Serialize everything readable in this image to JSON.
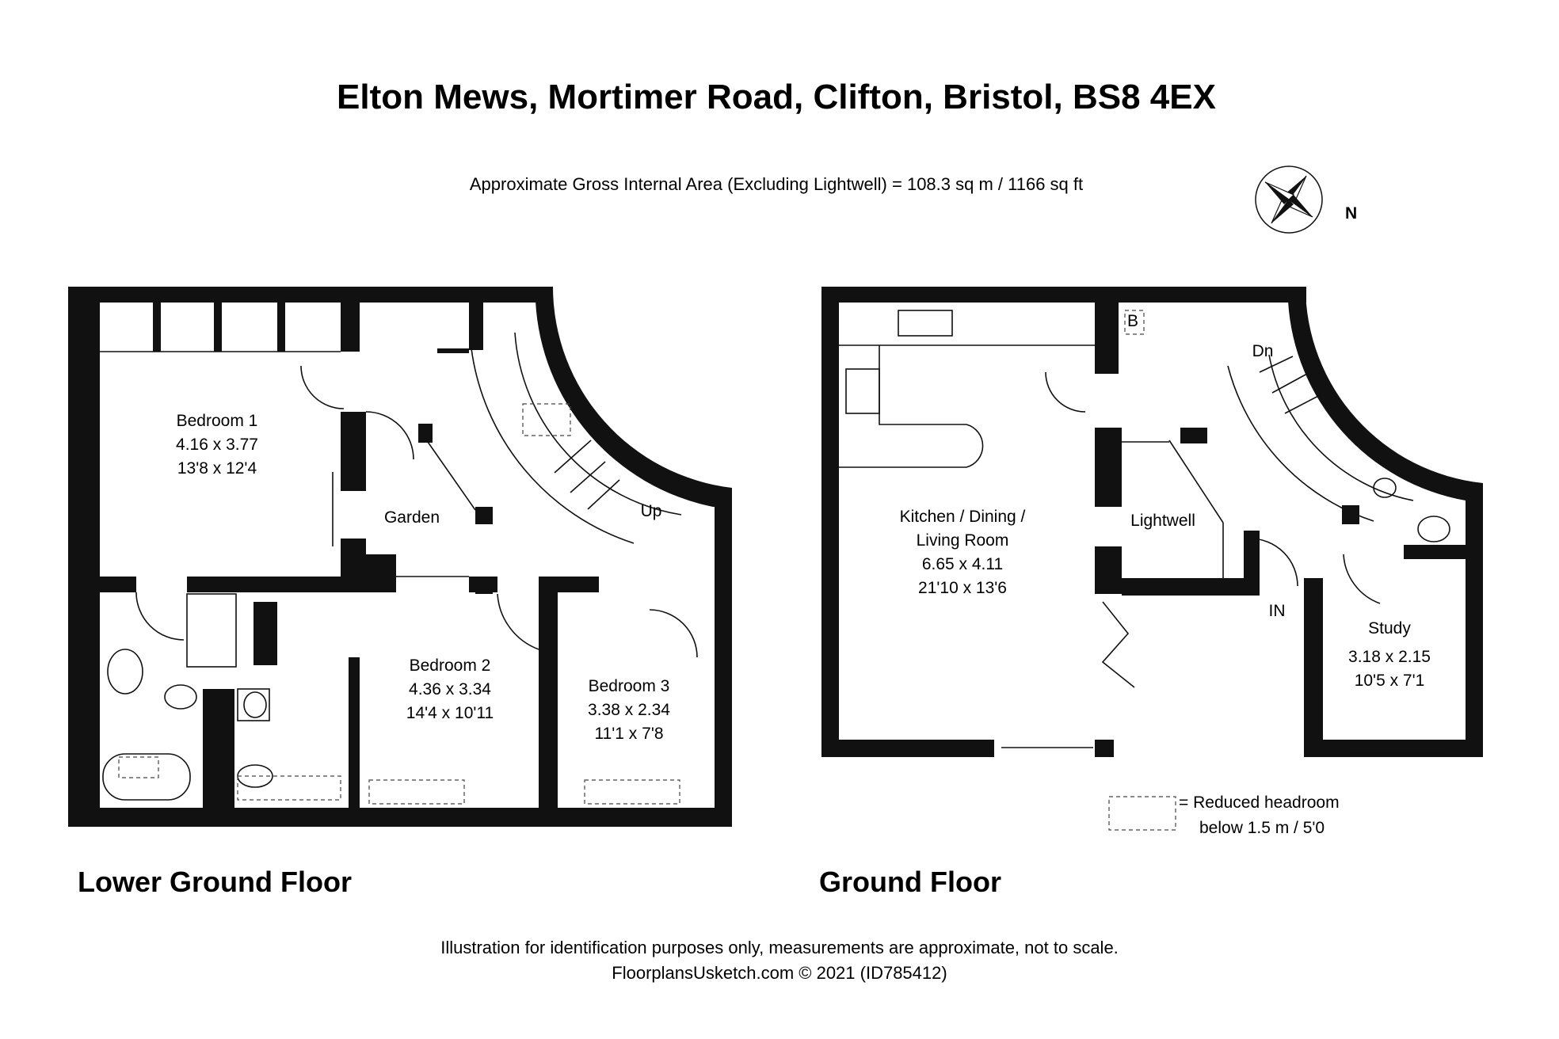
{
  "header": {
    "title": "Elton Mews, Mortimer Road, Clifton, Bristol, BS8 4EX",
    "area": "Approximate Gross Internal Area (Excluding Lightwell) = 108.3 sq m / 1166 sq ft"
  },
  "compass": {
    "label": "N",
    "icon": "compass-rose-icon"
  },
  "lower_ground": {
    "floor_label": "Lower Ground Floor",
    "bedroom1": {
      "name": "Bedroom 1",
      "metric": "4.16 x 3.77",
      "imperial": "13'8 x 12'4"
    },
    "garden": {
      "name": "Garden"
    },
    "stairs_up": "Up",
    "bedroom2": {
      "name": "Bedroom 2",
      "metric": "4.36 x 3.34",
      "imperial": "14'4 x 10'11"
    },
    "bedroom3": {
      "name": "Bedroom 3",
      "metric": "3.38 x 2.34",
      "imperial": "11'1 x 7'8"
    }
  },
  "ground": {
    "floor_label": "Ground Floor",
    "kitchen": {
      "name_line1": "Kitchen / Dining /",
      "name_line2": "Living Room",
      "metric": "6.65 x 4.11",
      "imperial": "21'10 x 13'6"
    },
    "lightwell": {
      "name": "Lightwell"
    },
    "boiler": "B",
    "stairs_down": "Dn",
    "entrance": "IN",
    "study": {
      "name": "Study",
      "metric": "3.18 x 2.15",
      "imperial": "10'5 x 7'1"
    }
  },
  "legend": {
    "line1": "= Reduced headroom",
    "line2": "below 1.5 m / 5'0"
  },
  "footer": {
    "line1": "Illustration for identification purposes only, measurements are approximate, not to scale.",
    "line2": "FloorplansUsketch.com © 2021 (ID785412)"
  }
}
